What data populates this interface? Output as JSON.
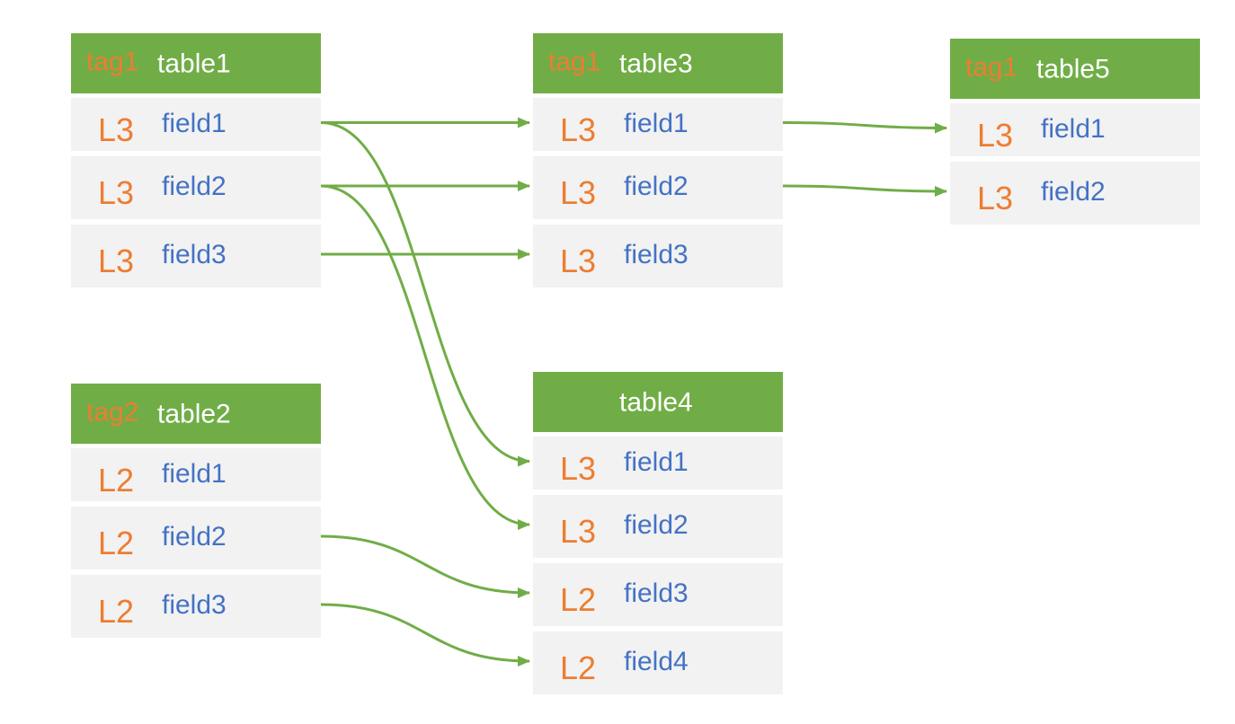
{
  "diagram": {
    "colors": {
      "header_bg": "#70AD47",
      "header_text": "#FFFFFF",
      "tag_text": "#ED7D31",
      "level_text": "#ED7D31",
      "field_text": "#4472C4",
      "row_bg": "#F2F2F2",
      "edge": "#70AD47"
    },
    "tables": [
      {
        "tag": "tag1",
        "name": "table1",
        "rows": [
          {
            "level": "L3",
            "field": "field1"
          },
          {
            "level": "L3",
            "field": "field2"
          },
          {
            "level": "L3",
            "field": "field3"
          }
        ]
      },
      {
        "tag": "tag2",
        "name": "table2",
        "rows": [
          {
            "level": "L2",
            "field": "field1"
          },
          {
            "level": "L2",
            "field": "field2"
          },
          {
            "level": "L2",
            "field": "field3"
          }
        ]
      },
      {
        "tag": "tag1",
        "name": "table3",
        "rows": [
          {
            "level": "L3",
            "field": "field1"
          },
          {
            "level": "L3",
            "field": "field2"
          },
          {
            "level": "L3",
            "field": "field3"
          }
        ]
      },
      {
        "name": "table4",
        "rows": [
          {
            "level": "L3",
            "field": "field1"
          },
          {
            "level": "L3",
            "field": "field2"
          },
          {
            "level": "L2",
            "field": "field3"
          },
          {
            "level": "L2",
            "field": "field4"
          }
        ]
      },
      {
        "tag": "tag1",
        "name": "table5",
        "rows": [
          {
            "level": "L3",
            "field": "field1"
          },
          {
            "level": "L3",
            "field": "field2"
          }
        ]
      }
    ],
    "edges": [
      {
        "from": {
          "table": 0,
          "row": 0
        },
        "to": {
          "table": 2,
          "row": 0
        }
      },
      {
        "from": {
          "table": 0,
          "row": 0
        },
        "to": {
          "table": 3,
          "row": 0
        }
      },
      {
        "from": {
          "table": 0,
          "row": 1
        },
        "to": {
          "table": 2,
          "row": 1
        }
      },
      {
        "from": {
          "table": 0,
          "row": 1
        },
        "to": {
          "table": 3,
          "row": 1
        }
      },
      {
        "from": {
          "table": 0,
          "row": 2
        },
        "to": {
          "table": 2,
          "row": 2
        }
      },
      {
        "from": {
          "table": 2,
          "row": 0
        },
        "to": {
          "table": 4,
          "row": 0
        }
      },
      {
        "from": {
          "table": 2,
          "row": 1
        },
        "to": {
          "table": 4,
          "row": 1
        }
      },
      {
        "from": {
          "table": 1,
          "row": 1
        },
        "to": {
          "table": 3,
          "row": 2
        }
      },
      {
        "from": {
          "table": 1,
          "row": 2
        },
        "to": {
          "table": 3,
          "row": 3
        }
      }
    ]
  }
}
